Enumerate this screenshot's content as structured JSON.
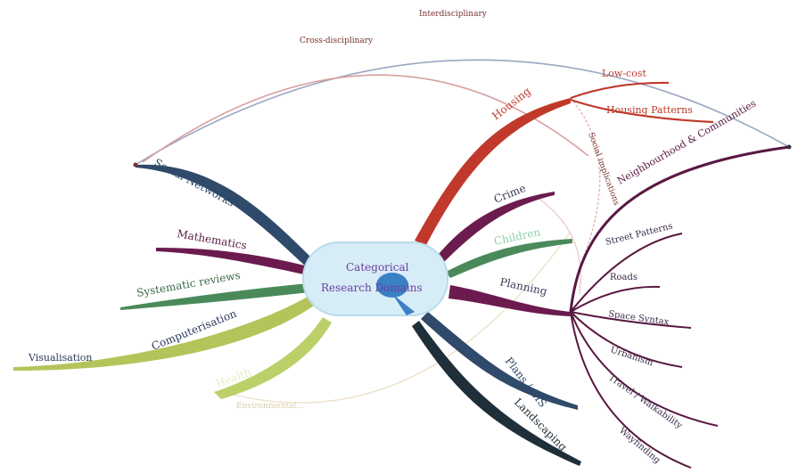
{
  "center": {
    "line1": "Categorical",
    "line2": "Research Domains"
  },
  "cross_links": {
    "top_outer": "Interdisciplinary",
    "top_inner": "Cross-disciplinary",
    "housing_link": "Social implications",
    "bottom": "Environmental..."
  },
  "branches": {
    "housing": "Housing",
    "low_cost": "Low-cost",
    "housing_patterns": "Housing Patterns",
    "neighbourhood": "Neighbourhood & Communities",
    "crime": "Crime",
    "children": "Children",
    "planning": "Planning",
    "street_patterns": "Street Patterns",
    "roads": "Roads",
    "space_syntax": "Space Syntax",
    "urbanism": "Urbanism",
    "travel": "Travel / Walkability",
    "wayfinding": "Wayfinding",
    "plans_gis": "Plans / GIS",
    "landscaping": "Landscaping",
    "social_networks": "Social Networks",
    "mathematics": "Mathematics",
    "systematic_reviews": "Systematic reviews",
    "computerisation": "Computerisation",
    "visualisation": "Visualisation",
    "health": "Health"
  },
  "colors": {
    "housing": "#c0392b",
    "purple": "#6b1b4e",
    "navy": "#2f4a6a",
    "green": "#4a8a5a",
    "olive": "#b4c45a",
    "center_fill": "#d6ecf6"
  }
}
